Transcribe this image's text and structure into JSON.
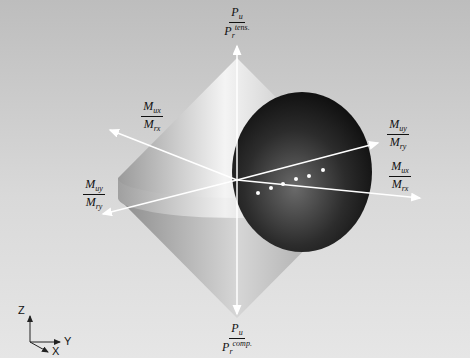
{
  "diagram": {
    "labels": [
      "P",
      "u",
      "P",
      "r",
      "tens.",
      "M",
      "ux",
      "M",
      "rx",
      "M",
      "uy",
      "M",
      "ry",
      "M",
      "uy",
      "M",
      "ry",
      "M",
      "ux",
      "M",
      "rx",
      "P",
      "u",
      "P",
      "r",
      "comp.",
      "Z",
      "Y",
      "X"
    ]
  }
}
